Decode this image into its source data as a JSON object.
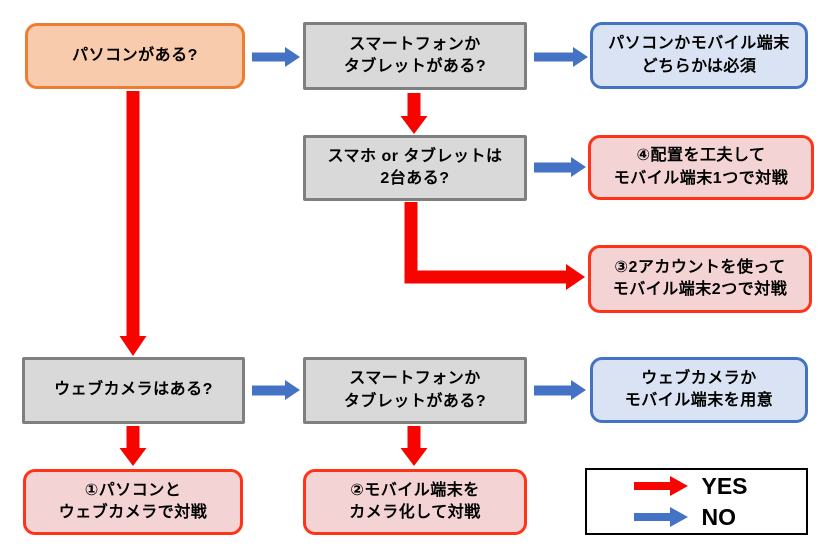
{
  "colors": {
    "yes_arrow": "#f80400",
    "no_arrow": "#4472c4",
    "start_fill": "#f8cbad",
    "start_border": "#ed7d31",
    "question_fill": "#d9d9d9",
    "question_border": "#7f7f7f",
    "info_fill": "#dae3f3",
    "info_border": "#4472c4",
    "result_fill": "#f3d3d4",
    "result_border": "#ff3317"
  },
  "nodes": {
    "q_pc": [
      "パソコンがある?"
    ],
    "q_smart_top": [
      "スマートフォンか",
      "タブレットがある?"
    ],
    "info_required": [
      "パソコンかモバイル端末",
      "どちらかは必須"
    ],
    "q_two_devices": [
      "スマホ or タブレットは",
      "2台ある?"
    ],
    "result4": [
      "④配置を工夫して",
      "モバイル端末1つで対戦"
    ],
    "result3": [
      "③2アカウントを使って",
      "モバイル端末2つで対戦"
    ],
    "q_webcam": [
      "ウェブカメラはある?"
    ],
    "q_smart_bottom": [
      "スマートフォンか",
      "タブレットがある?"
    ],
    "info_prepare": [
      "ウェブカメラか",
      "モバイル端末を用意"
    ],
    "result1": [
      "①パソコンと",
      "ウェブカメラで対戦"
    ],
    "result2": [
      "②モバイル端末を",
      "カメラ化して対戦"
    ]
  },
  "legend": {
    "yes_label": "YES",
    "no_label": "NO"
  }
}
